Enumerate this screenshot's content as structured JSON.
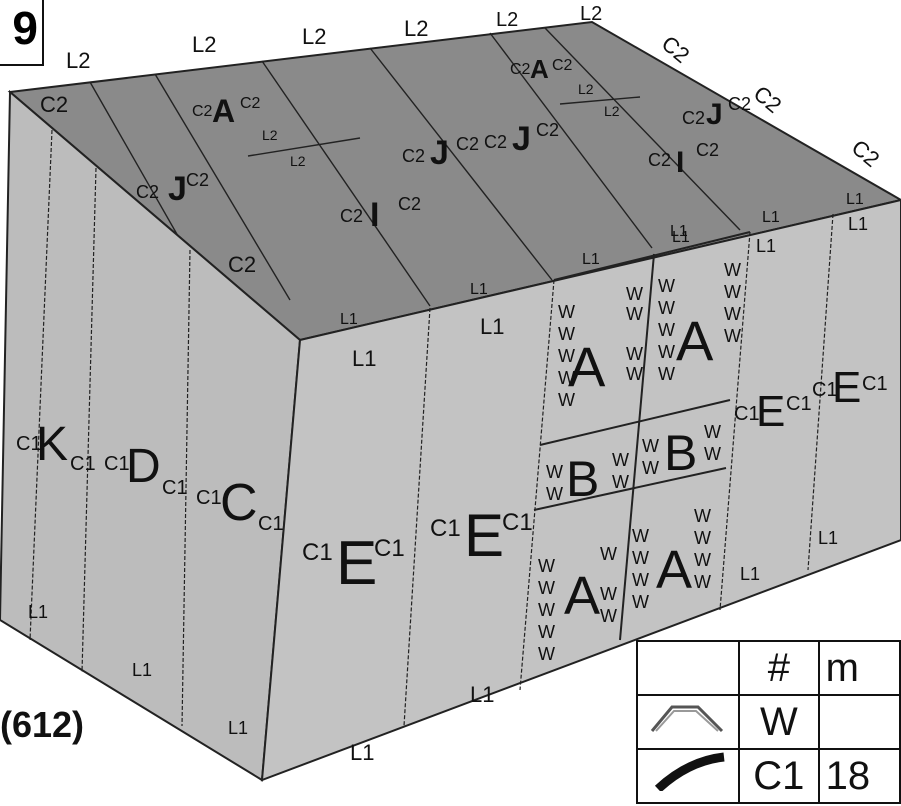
{
  "figure_number": "9",
  "quantity_label": "(612)",
  "roof_left_edge_labels": [
    "L2",
    "L2",
    "L2",
    "L2",
    "L2",
    "L2"
  ],
  "roof_right_edge_labels": [
    "C2",
    "C2",
    "C2"
  ],
  "front_face_columns": [
    {
      "letter": "K",
      "left": "C1",
      "right": "C1",
      "bottom": "L1"
    },
    {
      "letter": "D",
      "left": "C1",
      "right": "C1",
      "bottom": "L1"
    },
    {
      "letter": "C",
      "left": "C1",
      "right": "C1",
      "bottom": "L1"
    },
    {
      "letter": "E",
      "left": "C1",
      "right": "C1",
      "top": "L1",
      "bottom": "L1"
    },
    {
      "letter": "E",
      "left": "C1",
      "right": "C1",
      "top": "L1",
      "bottom": "L1"
    },
    {
      "letter": "E",
      "left": "C1",
      "right": "C1",
      "top": "L1",
      "bottom": "L1"
    },
    {
      "letter": "E",
      "left": "C1",
      "right": "C1",
      "top": "L1",
      "bottom": "L1"
    }
  ],
  "centre_panel": {
    "top": [
      "A",
      "A"
    ],
    "middle": [
      "B",
      "B"
    ],
    "bottom": [
      "A",
      "A"
    ],
    "edge_mark": "W",
    "edge_label": "L1"
  },
  "roof_pieces": [
    {
      "letter": "A",
      "left": "C2",
      "right": "C2",
      "edge": "L2"
    },
    {
      "letter": "J",
      "left": "C2",
      "right": "C2"
    },
    {
      "letter": "I",
      "left": "C2",
      "right": "C2",
      "edge": "L2"
    },
    {
      "letter": "J",
      "left": "C2",
      "right": "C2"
    },
    {
      "letter": "J",
      "left": "C2",
      "right": "C2"
    },
    {
      "letter": "A",
      "left": "C2",
      "right": "C2",
      "edge": "L2"
    },
    {
      "letter": "J",
      "left": "C2",
      "right": "C2",
      "edge": "L2"
    },
    {
      "letter": "I",
      "left": "C2",
      "right": "C2"
    }
  ],
  "roof_extra_labels": {
    "corner": "C2",
    "gable": "C2",
    "lower_edge": "L1"
  },
  "legend": {
    "headers": [
      "",
      "#",
      "m"
    ],
    "rows": [
      {
        "symbol": "w-bracket-icon",
        "label": "W",
        "value": ""
      },
      {
        "symbol": "c1-curve-icon",
        "label": "C1",
        "value": "18"
      }
    ]
  }
}
